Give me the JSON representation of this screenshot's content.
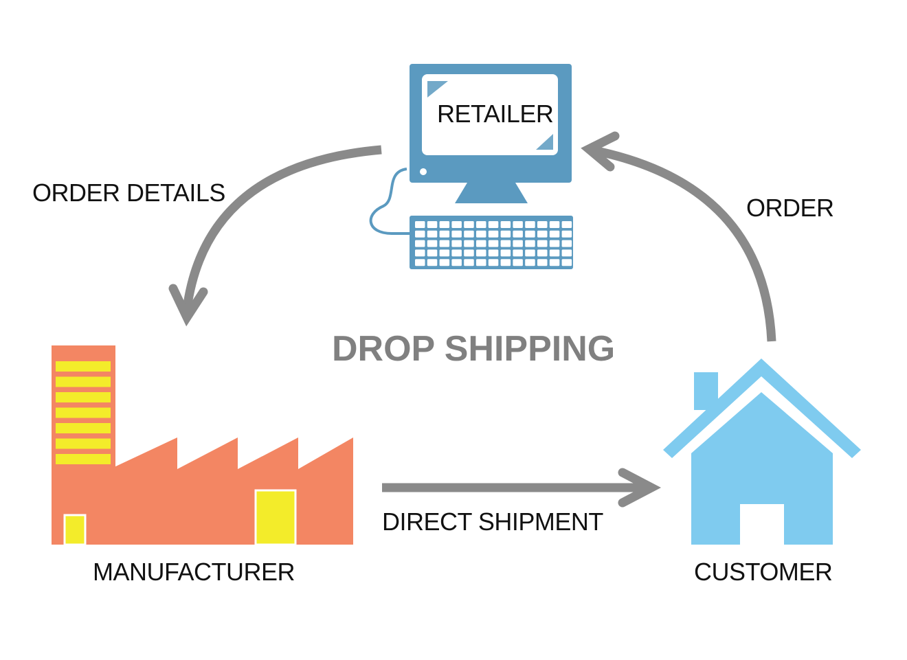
{
  "diagram": {
    "title": "DROP SHIPPING",
    "nodes": {
      "retailer": {
        "label": "RETAILER",
        "icon": "computer-icon"
      },
      "manufacturer": {
        "label": "MANUFACTURER",
        "icon": "factory-icon"
      },
      "customer": {
        "label": "CUSTOMER",
        "icon": "house-icon"
      }
    },
    "edges": {
      "order_details": {
        "label": "ORDER DETAILS",
        "from": "retailer",
        "to": "manufacturer"
      },
      "order": {
        "label": "ORDER",
        "from": "customer",
        "to": "retailer"
      },
      "direct_shipment": {
        "label": "DIRECT SHIPMENT",
        "from": "manufacturer",
        "to": "customer"
      }
    }
  },
  "colors": {
    "title": "#808080",
    "arrow": "#8a8a8a",
    "computer": "#5b9ac0",
    "factory": "#f38663",
    "factory_windows": "#f3ec2a",
    "house": "#7fcbef",
    "text": "#111111"
  }
}
